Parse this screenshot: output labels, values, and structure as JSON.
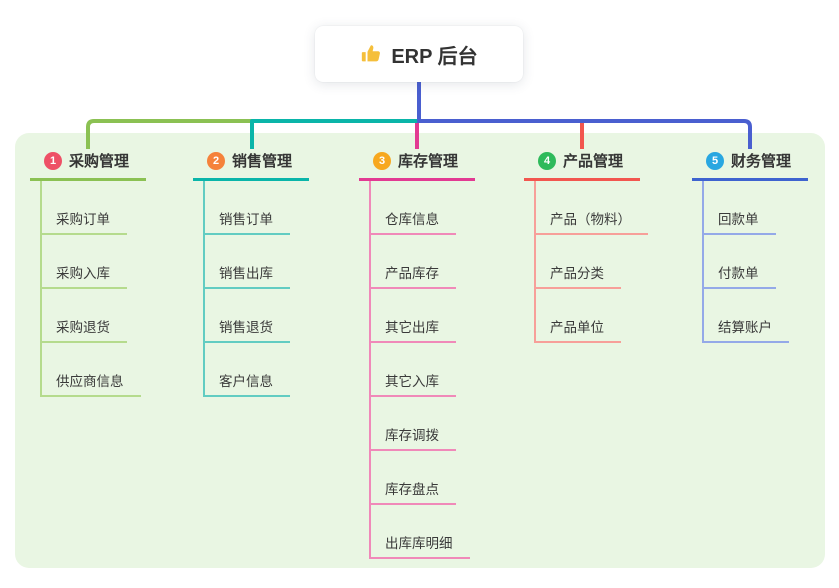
{
  "root": {
    "title": "ERP 后台",
    "icon": "thumbs-up-icon",
    "icon_color": "#f5bf3b"
  },
  "panel": {
    "bg": "#e9f6e3"
  },
  "connectors": {
    "trunk": "#4a5fd0"
  },
  "branches": [
    {
      "num": "1",
      "label": "采购管理",
      "circle": "#ee5066",
      "line": "#8bc153",
      "child_line": "#b5db8d",
      "children": [
        "采购订单",
        "采购入库",
        "采购退货",
        "供应商信息"
      ]
    },
    {
      "num": "2",
      "label": "销售管理",
      "circle": "#f5823b",
      "line": "#0ab5a9",
      "child_line": "#62ccc2",
      "children": [
        "销售订单",
        "销售出库",
        "销售退货",
        "客户信息"
      ]
    },
    {
      "num": "3",
      "label": "库存管理",
      "circle": "#f7a81f",
      "line": "#e23a92",
      "child_line": "#f089b9",
      "children": [
        "仓库信息",
        "产品库存",
        "其它出库",
        "其它入库",
        "库存调拨",
        "库存盘点",
        "出库库明细"
      ]
    },
    {
      "num": "4",
      "label": "产品管理",
      "circle": "#2eba5b",
      "line": "#f2564f",
      "child_line": "#f79f99",
      "children": [
        "产品（物料）",
        "产品分类",
        "产品单位"
      ]
    },
    {
      "num": "5",
      "label": "财务管理",
      "circle": "#29a7e1",
      "line": "#3e63cf",
      "child_line": "#94a9e8",
      "children": [
        "回款单",
        "付款单",
        "结算账户"
      ]
    }
  ],
  "layout_note": "mindmap"
}
